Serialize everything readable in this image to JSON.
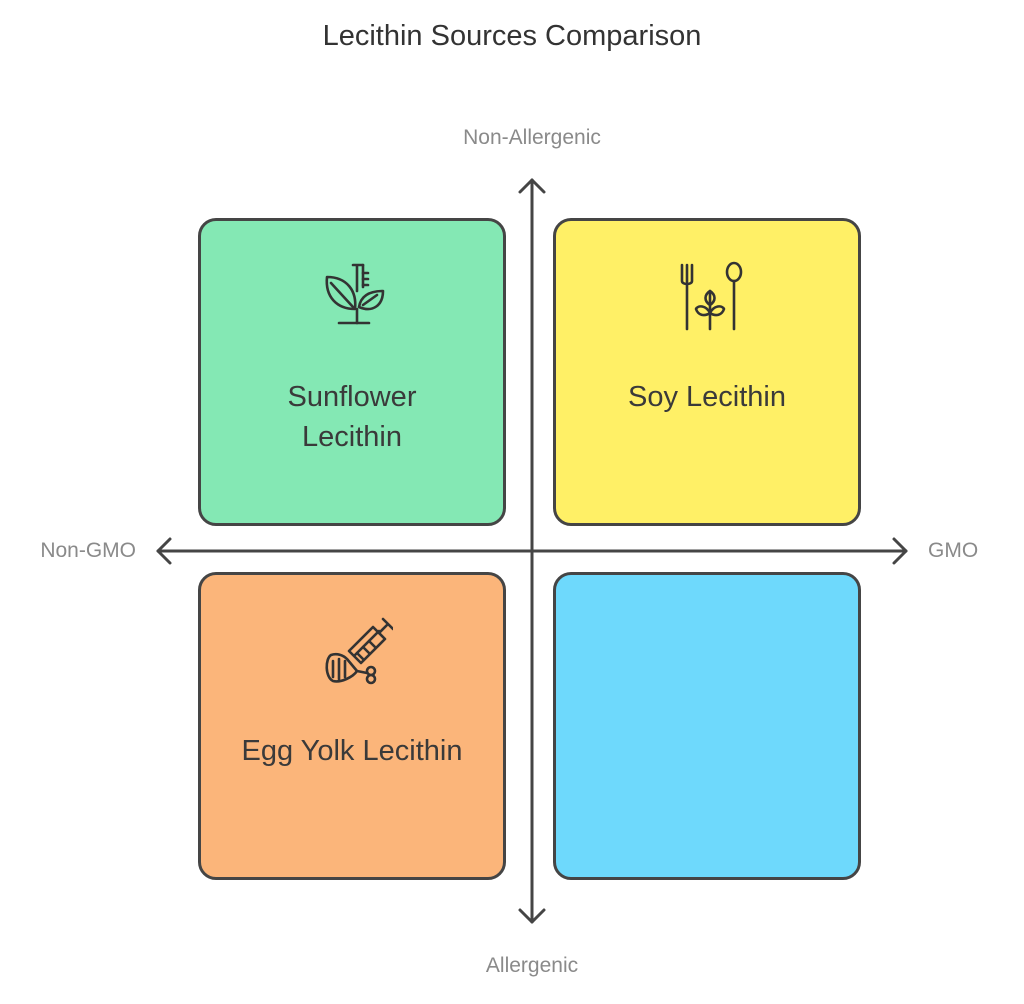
{
  "title": "Lecithin Sources Comparison",
  "axes": {
    "top": "Non-Allergenic",
    "bottom": "Allergenic",
    "left": "Non-GMO",
    "right": "GMO"
  },
  "quadrants": [
    {
      "position": "top-left",
      "label_line1": "Sunflower",
      "label_line2": "Lecithin",
      "icon": "plant-test-tube-icon",
      "color": "#84e8b4"
    },
    {
      "position": "top-right",
      "label": "Soy Lecithin",
      "icon": "fork-plant-spoon-icon",
      "color": "#fff066"
    },
    {
      "position": "bottom-left",
      "label": "Egg Yolk Lecithin",
      "icon": "meat-syringe-icon",
      "color": "#fbb57a"
    },
    {
      "position": "bottom-right",
      "label": "",
      "color": "#6ed9fc"
    }
  ]
}
